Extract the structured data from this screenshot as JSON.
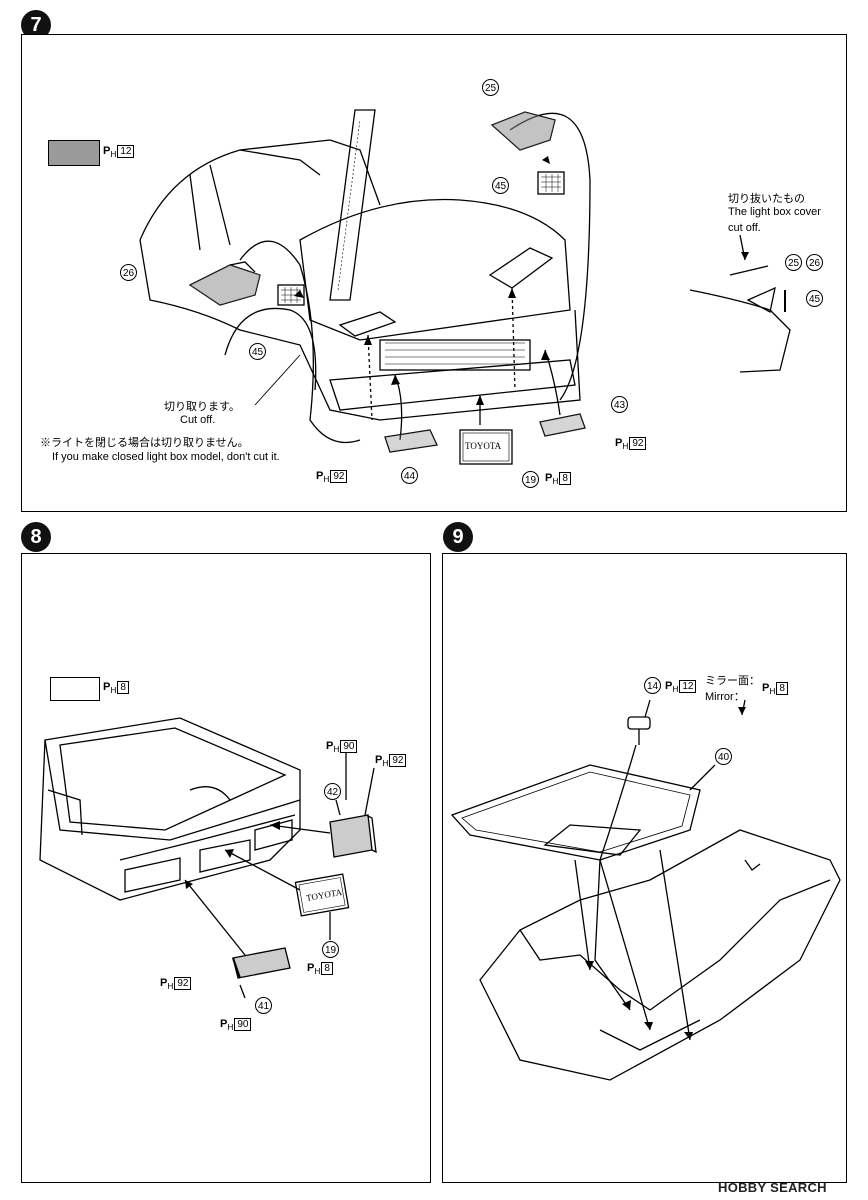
{
  "steps": {
    "s7": {
      "number": "7"
    },
    "s8": {
      "number": "8"
    },
    "s9": {
      "number": "9"
    }
  },
  "step7": {
    "paint_ref": "12",
    "parts": {
      "p25": "25",
      "p26": "26",
      "p45a": "45",
      "p45b": "45",
      "p45c": "45",
      "p25b": "25",
      "p26b": "26",
      "p43": "43",
      "p44": "44",
      "p19": "19"
    },
    "ph_codes": {
      "p43": "92",
      "p44": "92",
      "p19": "8"
    },
    "plate_text": "TOYOTA",
    "cutoff_jp": "切り取ります。",
    "cutoff_en": "Cut off.",
    "note_jp": "※ライトを閉じる場合は切り取りません。",
    "note_en": "If you make closed light box model, don't cut it.",
    "cover_jp": "切り抜いたもの",
    "cover_en1": "The light box cover",
    "cover_en2": "cut off."
  },
  "step8": {
    "paint_ref": "8",
    "parts": {
      "p42": "42",
      "p19": "19",
      "p41": "41"
    },
    "ph_codes": {
      "p42_a": "90",
      "p42_b": "92",
      "p19": "8",
      "p41_a": "92",
      "p41_b": "90"
    },
    "plate_text": "TOYOTA"
  },
  "step9": {
    "parts": {
      "p14": "14",
      "p40": "40"
    },
    "ph_codes": {
      "p14": "12",
      "mirror": "8"
    },
    "mirror_jp": "ミラー面：",
    "mirror_en": "Mirror："
  },
  "ph_prefix": "P",
  "ph_sub": "H",
  "watermark": "HOBBY SEARCH",
  "colors": {
    "step_circle": "#111111",
    "swatch_grey": "#9a9a9a",
    "swatch_white": "#ffffff"
  }
}
